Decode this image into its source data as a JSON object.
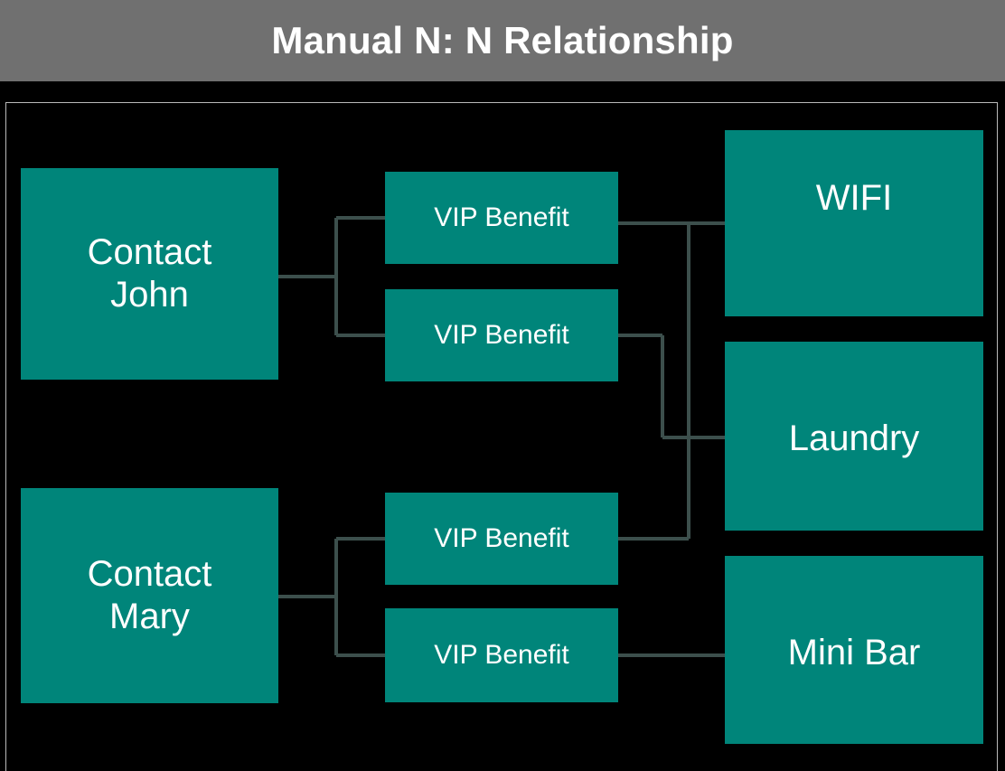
{
  "header": {
    "title": "Manual N: N Relationship",
    "background_color": "#707070",
    "text_color": "#ffffff"
  },
  "colors": {
    "page_background": "#000000",
    "node_fill": "#00857a",
    "node_text": "#ffffff",
    "connector_line": "#3c4f4c",
    "panel_border": "#b9b9b9"
  },
  "diagram": {
    "type": "entity-relationship",
    "relationship": "N:N",
    "columns": [
      {
        "name": "contacts",
        "label_role": "left entities"
      },
      {
        "name": "intersect",
        "label_role": "junction records"
      },
      {
        "name": "services",
        "label_role": "right entities"
      }
    ],
    "nodes": {
      "contacts": [
        {
          "id": "contact-john",
          "label": "Contact\nJohn"
        },
        {
          "id": "contact-mary",
          "label": "Contact\nMary"
        }
      ],
      "vip_benefits": [
        {
          "id": "vip-1",
          "label": "VIP Benefit"
        },
        {
          "id": "vip-2",
          "label": "VIP Benefit"
        },
        {
          "id": "vip-3",
          "label": "VIP Benefit"
        },
        {
          "id": "vip-4",
          "label": "VIP Benefit"
        }
      ],
      "services": [
        {
          "id": "service-wifi",
          "label": "WIFI"
        },
        {
          "id": "service-laundry",
          "label": "Laundry"
        },
        {
          "id": "service-minibar",
          "label": "Mini Bar"
        }
      ]
    },
    "connections": [
      {
        "from": "contact-john",
        "to": "vip-1"
      },
      {
        "from": "contact-john",
        "to": "vip-2"
      },
      {
        "from": "contact-mary",
        "to": "vip-3"
      },
      {
        "from": "contact-mary",
        "to": "vip-4"
      },
      {
        "from": "vip-1",
        "to": "service-wifi"
      },
      {
        "from": "vip-2",
        "to": "service-laundry"
      },
      {
        "from": "vip-3",
        "to": "service-wifi"
      },
      {
        "from": "vip-4",
        "to": "service-minibar"
      }
    ]
  }
}
